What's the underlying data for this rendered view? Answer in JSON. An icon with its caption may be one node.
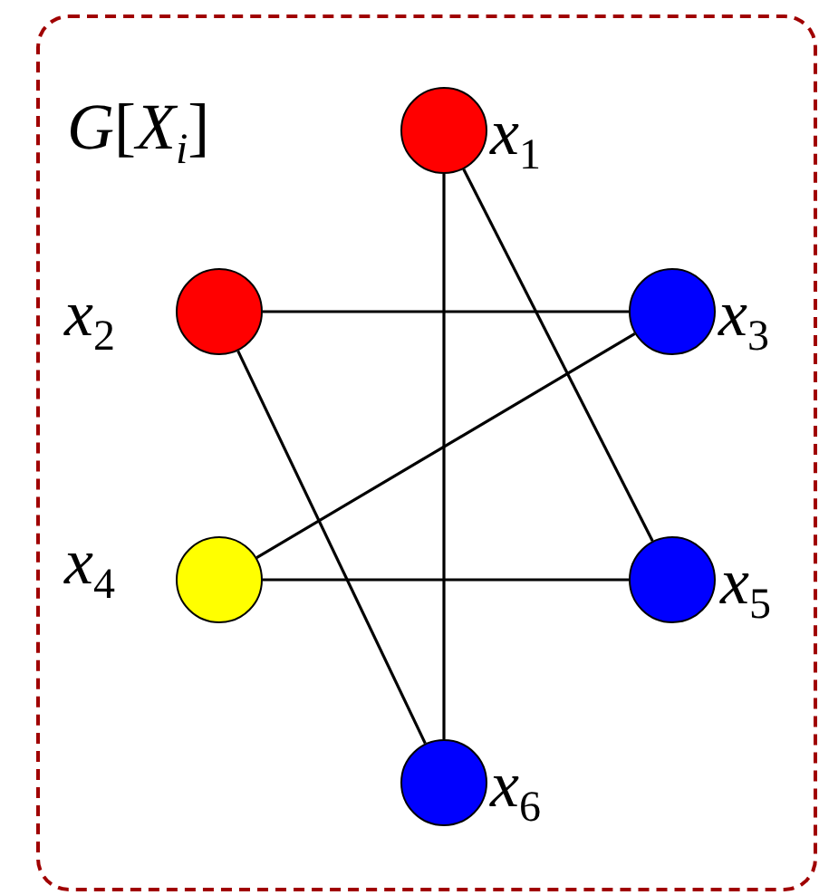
{
  "diagram": {
    "nodes": [
      {
        "text": [
          "*G*[*X*$_{i}$]"
        ]
      },
      {
        "text": [
          "x$_{1}$"
        ],
        "in": 0
      },
      {
        "text": [
          "x$_{2}$"
        ],
        "in": 0
      },
      {
        "text": [
          "x$_{3}$"
        ],
        "in": 0
      },
      {
        "text": [
          "x$_{4}$"
        ],
        "in": 0
      },
      {
        "text": [
          "x$_{5}$"
        ],
        "in": 0
      },
      {
        "text": [
          "x$_{6}$"
        ],
        "in": 0
      }
    ],
    "edges": [
      {
        "from": 1,
        "to": 6,
        "arrow": "none"
      },
      {
        "from": 1,
        "to": 5,
        "arrow": "none"
      },
      {
        "from": 2,
        "to": 3,
        "arrow": "none"
      },
      {
        "from": 2,
        "to": 6,
        "arrow": "none"
      },
      {
        "from": 3,
        "to": 4,
        "arrow": "none"
      },
      {
        "from": 4,
        "to": 5,
        "arrow": "none"
      }
    ]
  }
}
